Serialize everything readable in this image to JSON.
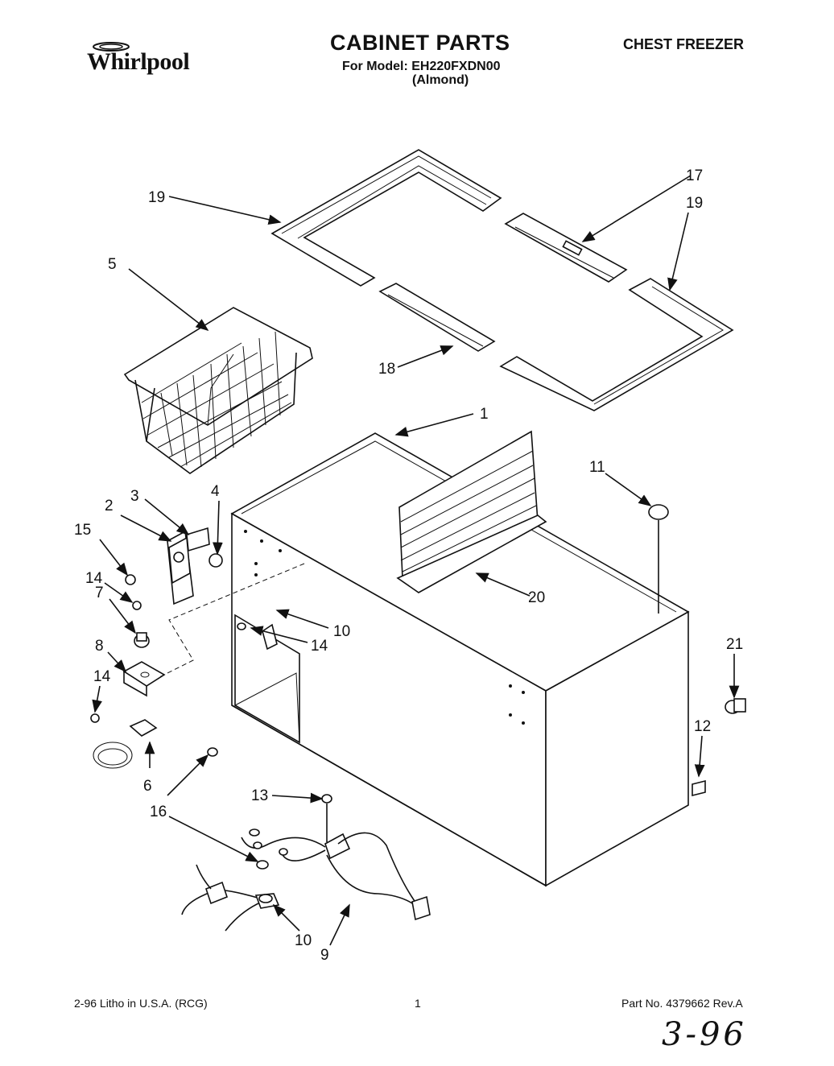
{
  "header": {
    "brand": "Whirlpool",
    "title": "CABINET PARTS",
    "model_line": "For Model: EH220FXDN00",
    "color": "(Almond)",
    "category": "CHEST FREEZER"
  },
  "footer": {
    "litho": "2-96 Litho in U.S.A. (RCG)",
    "page": "1",
    "part_number": "Part No. 4379662 Rev.A"
  },
  "handwritten_note": "3-96",
  "callouts": {
    "c1": "1",
    "c2": "2",
    "c3": "3",
    "c4": "4",
    "c5": "5",
    "c6": "6",
    "c7": "7",
    "c8": "8",
    "c9": "9",
    "c10a": "10",
    "c10b": "10",
    "c11": "11",
    "c12": "12",
    "c13": "13",
    "c14a": "14",
    "c14b": "14",
    "c14c": "14",
    "c15": "15",
    "c16": "16",
    "c17": "17",
    "c18": "18",
    "c19a": "19",
    "c19b": "19",
    "c20": "20",
    "c21": "21"
  }
}
